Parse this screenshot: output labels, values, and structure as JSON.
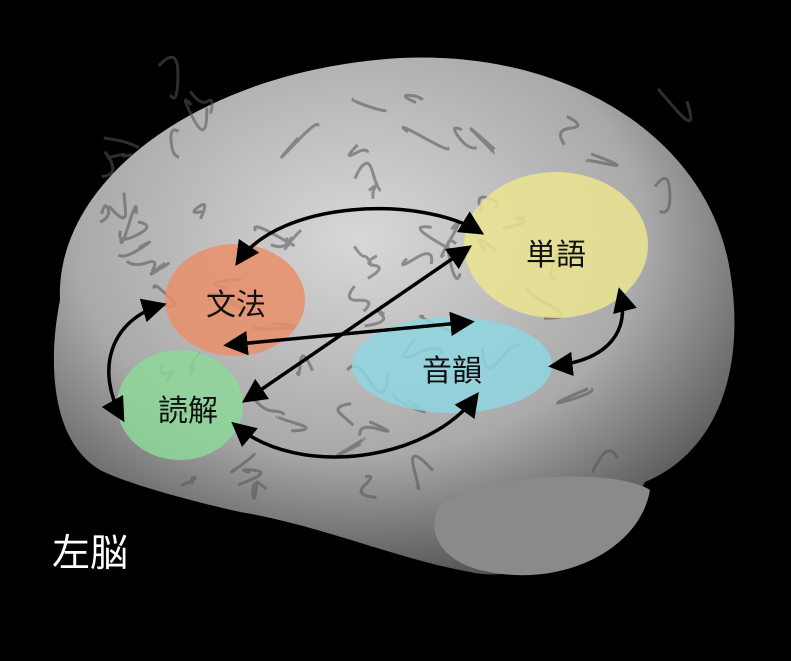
{
  "hemisphere_label": "左脳",
  "regions": [
    {
      "id": "grammar",
      "label": "文法",
      "color": "#e98f68"
    },
    {
      "id": "reading",
      "label": "読解",
      "color": "#8ed89a"
    },
    {
      "id": "word",
      "label": "単語",
      "color": "#ebe48f"
    },
    {
      "id": "phonology",
      "label": "音韻",
      "color": "#8fd6e2"
    }
  ],
  "connections": [
    {
      "from": "文法",
      "to": "単語",
      "direction": "bidirectional"
    },
    {
      "from": "文法",
      "to": "音韻",
      "direction": "bidirectional"
    },
    {
      "from": "読解",
      "to": "単語",
      "direction": "bidirectional"
    },
    {
      "from": "読解",
      "to": "文法",
      "direction": "bidirectional"
    },
    {
      "from": "読解",
      "to": "音韻",
      "direction": "bidirectional"
    },
    {
      "from": "音韻",
      "to": "単語",
      "direction": "bidirectional"
    }
  ]
}
